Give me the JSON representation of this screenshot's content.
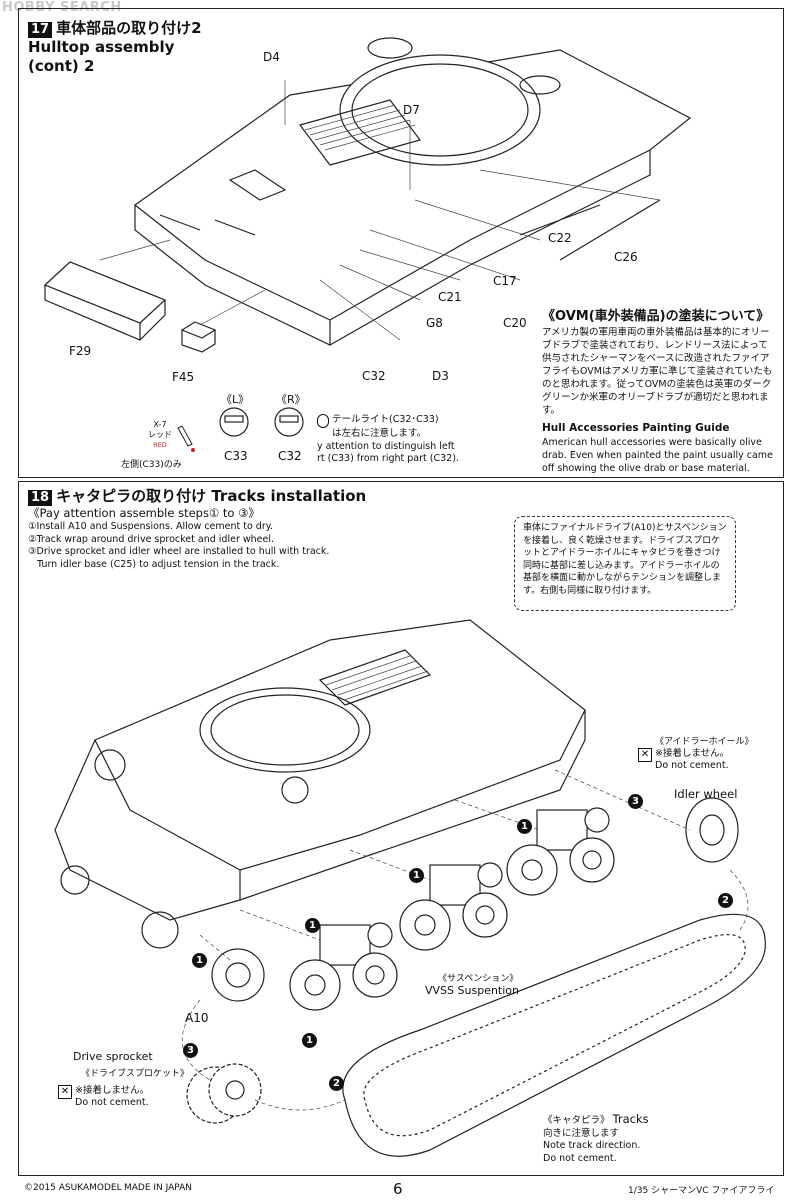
{
  "watermark": "HOBBY SEARCH",
  "step17": {
    "number": "17",
    "title_jp": "車体部品の取り付け2",
    "title_en_1": "Hulltop assembly",
    "title_en_2": "(cont) 2",
    "parts": {
      "d4": "D4",
      "d7": "D7",
      "c22": "C22",
      "c26": "C26",
      "c17": "C17",
      "c21": "C21",
      "g8": "G8",
      "c20": "C20",
      "c32": "C32",
      "d3": "D3",
      "f29": "F29",
      "f45": "F45"
    },
    "taillight": {
      "l_label": "《L》",
      "r_label": "《R》",
      "l_part": "C33",
      "r_part": "C32",
      "paint_code": "X-7",
      "paint_jp": "レッド",
      "paint_en": "RED",
      "left_only": "左側(C33)のみ",
      "note_jp_1": "テールライト(C32･C33)",
      "note_jp_2": "は左右に注意します。",
      "note_en_1": "y attention  to  distinguish left",
      "note_en_2": "rt (C33) from right part (C32)."
    },
    "ovm": {
      "title": "《OVM(車外装備品)の塗装について》",
      "body_jp": "アメリカ製の軍用車両の車外装備品は基本的にオリーブドラブで塗装されており、レンドリース法によって供与されたシャーマンをベースに改造されたファイアフライもOVMはアメリカ軍に準じて塗装されていたものと思われます。従ってOVMの塗装色は英軍のダークグリーンか米軍のオリーブドラブが適切だと思われます。",
      "title_en": "Hull Accessories Painting Guide",
      "body_en": "American hull accessories were basically olive drab. Even when painted the paint usually came off showing the olive drab or base material."
    }
  },
  "step18": {
    "number": "18",
    "title_jp": "キャタピラの取り付け",
    "title_en": "Tracks installation",
    "steps_head": "《Pay attention assemble steps① to ③》",
    "steps_text": "①Install A10 and Suspensions. Allow cement to dry.\n②Track wrap around drive sprocket and idler wheel.\n③Drive sprocket and idler wheel are installed to hull with track.\n   Turn idler base (C25) to adjust tension in the track.",
    "jp_box": "車体にファイナルドライブ(A10)とサスペンションを接着し、良く乾燥させます。ドライブスプロケットとアイドラーホイルにキャタピラを巻きつけ同時に基部に差し込みます。アイドラーホイルの基部を横面に動かしながらテンションを調整します。右側も同様に取り付けます。",
    "idler": {
      "jp": "《アイドラーホイール》",
      "no_cement_jp": "※接着しません。",
      "no_cement_en": "Do not cement.",
      "label": "Idler wheel"
    },
    "suspension": {
      "jp": "《サスペンション》",
      "en": "VVSS Suspention"
    },
    "a10": "A10",
    "sprocket": {
      "en": "Drive sprocket",
      "jp": "《ドライブスプロケット》",
      "no_cement_jp": "※接着しません。",
      "no_cement_en": "Do not cement."
    },
    "tracks": {
      "jp": "《キャタピラ》",
      "en": "Tracks",
      "note_jp": "向きに注意します",
      "note_en_1": "Note track direction.",
      "note_en_2": "Do not cement."
    },
    "markers": [
      "1",
      "1",
      "1",
      "1",
      "1",
      "2",
      "2",
      "3",
      "3"
    ]
  },
  "footer": {
    "copyright": "©2015 ASUKAMODEL",
    "made_in": "MADE IN JAPAN",
    "page": "6",
    "product": "1/35 シャーマンVC ファイアフライ"
  },
  "colors": {
    "ink": "#111111",
    "paint_red": "#c81e1e"
  }
}
